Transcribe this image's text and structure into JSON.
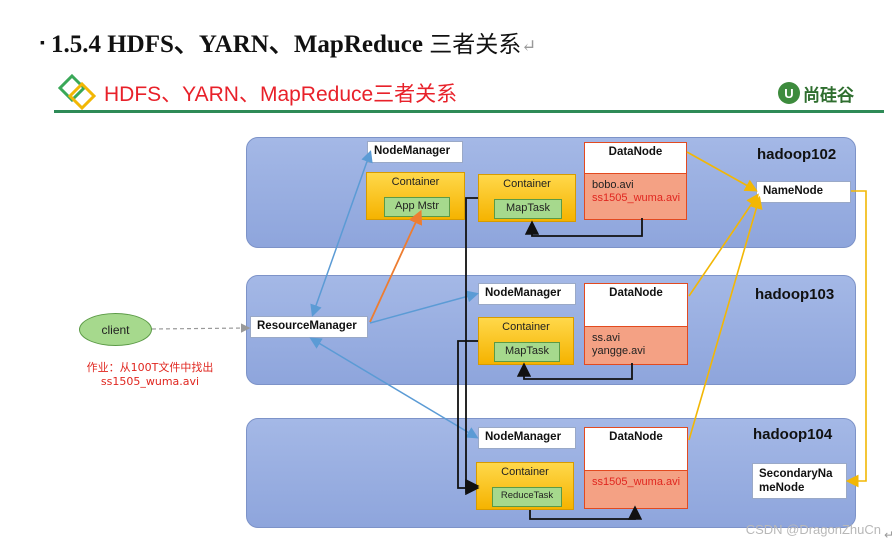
{
  "heading": {
    "marker": "▪",
    "number": "1.5.4",
    "title_en": "HDFS、YARN、MapReduce",
    "title_cn": "三者关系",
    "return_mark": "↵"
  },
  "banner": {
    "title": "HDFS、YARN、MapReduce三者关系",
    "brand": "尚硅谷",
    "brand_logo_letter": "U"
  },
  "colors": {
    "accent_red": "#e8212a",
    "rule_green": "#2e8b57",
    "host_blue": "#8ea5dc",
    "container_yellow": "#f5b300",
    "datanode_salmon": "#f4a184",
    "arrow_blue": "#5b9bd5",
    "arrow_orange": "#ed7d31",
    "arrow_gold": "#f2b705"
  },
  "hosts": {
    "h102": {
      "label": "hadoop102",
      "node_manager": "NodeManager",
      "container_am": {
        "label": "Container",
        "task": "App Mstr"
      },
      "container_task": {
        "label": "Container",
        "task": "MapTask"
      },
      "datanode": {
        "label": "DataNode",
        "files": [
          "bobo.avi",
          "ss1505_wuma.avi"
        ]
      }
    },
    "h103": {
      "label": "hadoop103",
      "node_manager": "NodeManager",
      "container_task": {
        "label": "Container",
        "task": "MapTask"
      },
      "datanode": {
        "label": "DataNode",
        "files": [
          "ss.avi",
          "yangge.avi"
        ]
      }
    },
    "h104": {
      "label": "hadoop104",
      "node_manager": "NodeManager",
      "container_task": {
        "label": "Container",
        "task": "ReduceTask"
      },
      "datanode": {
        "label": "DataNode",
        "files": [
          "ss1505_wuma.avi"
        ]
      }
    }
  },
  "namenode": "NameNode",
  "secondary_namenode": "SecondaryNameNode",
  "resource_manager": "ResourceManager",
  "client": "client",
  "note": {
    "line1": "作业：从100T文件中找出",
    "line2": "ss1505_wuma.avi"
  },
  "watermark": "CSDN @DragonZhuCn",
  "trailing_mark": "↵"
}
